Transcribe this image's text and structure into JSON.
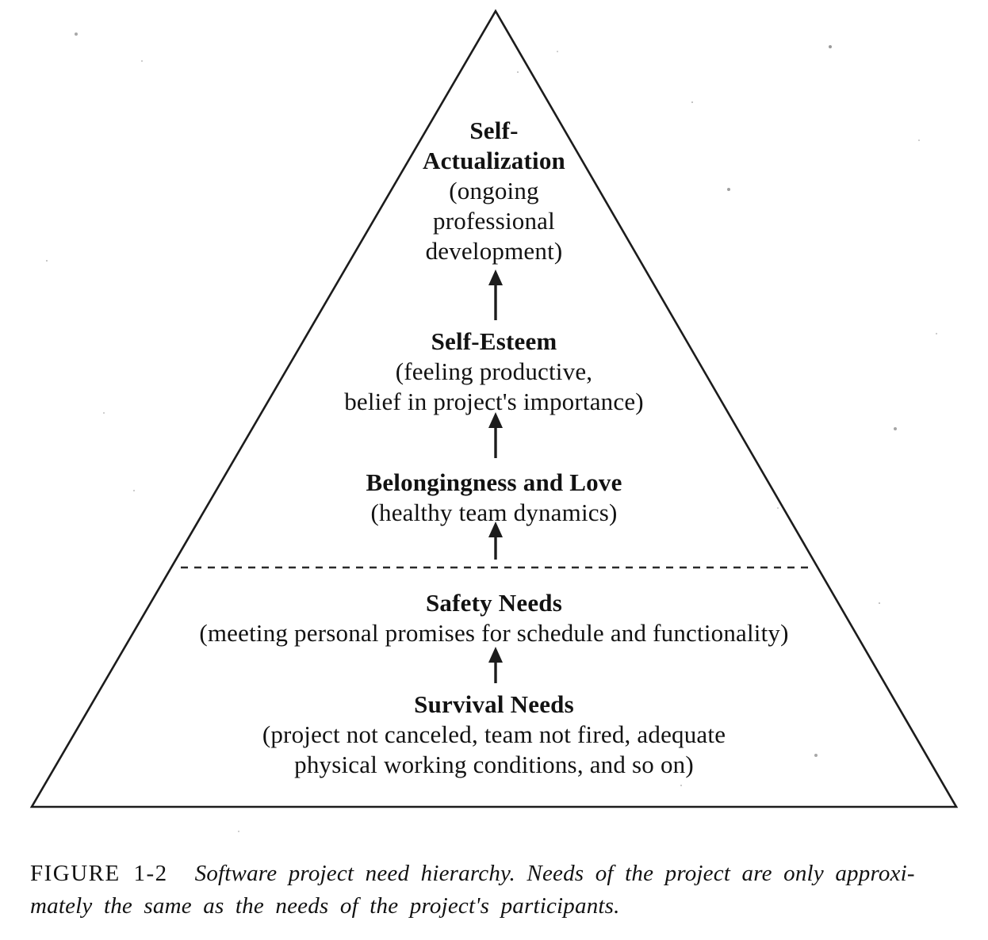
{
  "page": {
    "background": "#ffffff",
    "ink": "#121212"
  },
  "pyramid": {
    "levels": [
      {
        "name": "self-actualization",
        "title_lines": [
          "Self-",
          "Actualization"
        ],
        "subtitle_lines": [
          "(ongoing",
          "professional",
          "development)"
        ]
      },
      {
        "name": "self-esteem",
        "title_lines": [
          "Self-Esteem"
        ],
        "subtitle_lines": [
          "(feeling productive,",
          "belief in project's importance)"
        ]
      },
      {
        "name": "belongingness-and-love",
        "title_lines": [
          "Belongingness and Love"
        ],
        "subtitle_lines": [
          "(healthy team dynamics)"
        ]
      },
      {
        "name": "safety-needs",
        "title_lines": [
          "Safety Needs"
        ],
        "subtitle_lines": [
          "(meeting personal promises for schedule and functionality)"
        ]
      },
      {
        "name": "survival-needs",
        "title_lines": [
          "Survival Needs"
        ],
        "subtitle_lines": [
          "(project not canceled, team not fired, adequate",
          "physical working conditions, and so on)"
        ]
      }
    ]
  },
  "caption": {
    "label": "FIGURE 1-2",
    "line1": "Software project need hierarchy. Needs of the project are only approxi-",
    "line2": "mately the same as the needs of the project's participants."
  }
}
